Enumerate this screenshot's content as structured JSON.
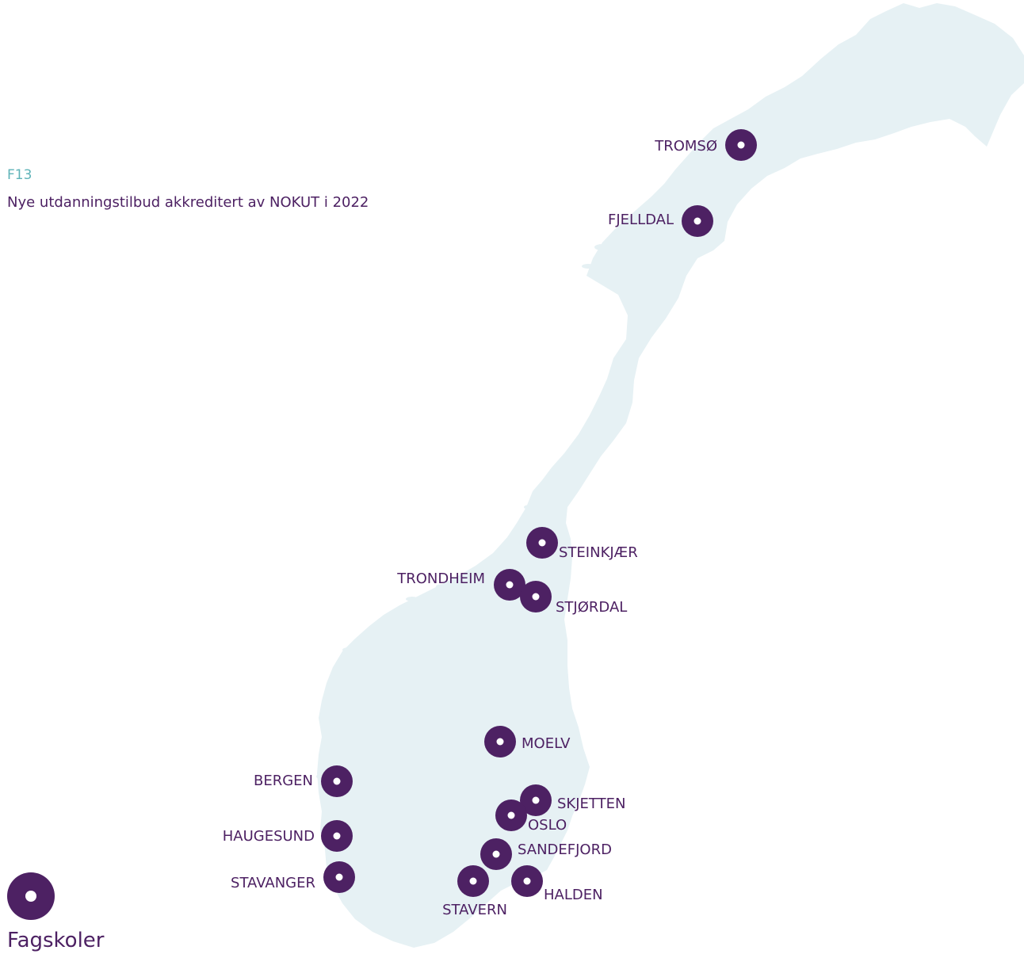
{
  "figure": {
    "number": "F13",
    "title": "Nye utdanningstilbud akkreditert av NOKUT i 2022"
  },
  "legend": {
    "label": "Fagskoler"
  },
  "colors": {
    "marker": "#4d2163",
    "marker_center": "#ffffff",
    "land": "#e6f1f4",
    "label": "#4d2163",
    "figure_number": "#5fb3b8"
  },
  "map": {
    "country": "Norway",
    "locations": [
      {
        "name": "TROMSØ",
        "category": "Fagskoler"
      },
      {
        "name": "FJELLDAL",
        "category": "Fagskoler"
      },
      {
        "name": "STEINKJÆR",
        "category": "Fagskoler"
      },
      {
        "name": "TRONDHEIM",
        "category": "Fagskoler"
      },
      {
        "name": "STJØRDAL",
        "category": "Fagskoler"
      },
      {
        "name": "MOELV",
        "category": "Fagskoler"
      },
      {
        "name": "BERGEN",
        "category": "Fagskoler"
      },
      {
        "name": "SKJETTEN",
        "category": "Fagskoler"
      },
      {
        "name": "OSLO",
        "category": "Fagskoler"
      },
      {
        "name": "HAUGESUND",
        "category": "Fagskoler"
      },
      {
        "name": "SANDEFJORD",
        "category": "Fagskoler"
      },
      {
        "name": "STAVANGER",
        "category": "Fagskoler"
      },
      {
        "name": "STAVERN",
        "category": "Fagskoler"
      },
      {
        "name": "HALDEN",
        "category": "Fagskoler"
      }
    ]
  }
}
